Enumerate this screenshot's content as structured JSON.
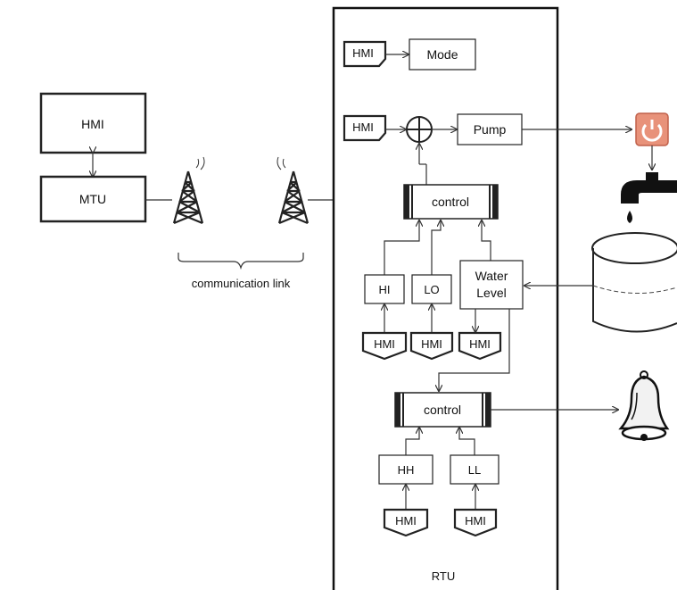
{
  "diagram": {
    "hmi_left": "HMI",
    "mtu": "MTU",
    "communication_link": "communication link",
    "rtu": "RTU",
    "mode": "Mode",
    "pump": "Pump",
    "control_upper": "control",
    "control_lower": "control",
    "hi": "HI",
    "lo": "LO",
    "water_level_line1": "Water",
    "water_level_line2": "Level",
    "hh": "HH",
    "ll": "LL",
    "hmi_tag": "HMI"
  },
  "icons": [
    "radio-tower-icon",
    "power-button-icon",
    "faucet-icon",
    "water-tank-icon",
    "alarm-bell-icon",
    "summing-junction-icon"
  ],
  "colors": {
    "power_button": "#e8927a",
    "power_button_border": "#c0604a",
    "line": "#333333"
  }
}
